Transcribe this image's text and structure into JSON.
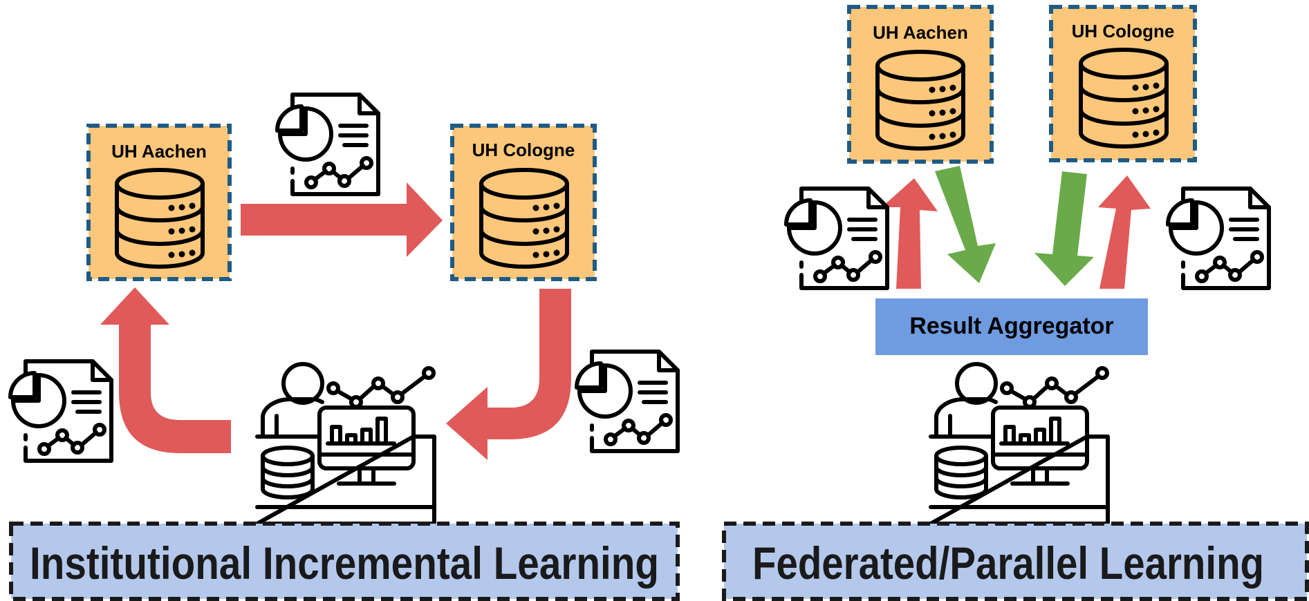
{
  "left_panel": {
    "title": "Institutional Incremental Learning",
    "sites": [
      {
        "label": "UH Aachen"
      },
      {
        "label": "UH Cologne"
      }
    ]
  },
  "right_panel": {
    "title": "Federated/Parallel Learning",
    "sites": [
      {
        "label": "UH Aachen"
      },
      {
        "label": "UH Cologne"
      }
    ],
    "aggregator_label": "Result Aggregator"
  },
  "colors": {
    "site_fill": "#fdc77b",
    "site_border": "#1f5b85",
    "send_arrow": "#e05a5a",
    "return_arrow": "#6aaa4b",
    "aggregator_fill": "#6f9be0",
    "title_fill": "#b4c8ec"
  },
  "icons": [
    "database-icon",
    "report-icon",
    "researcher-workstation-icon"
  ]
}
